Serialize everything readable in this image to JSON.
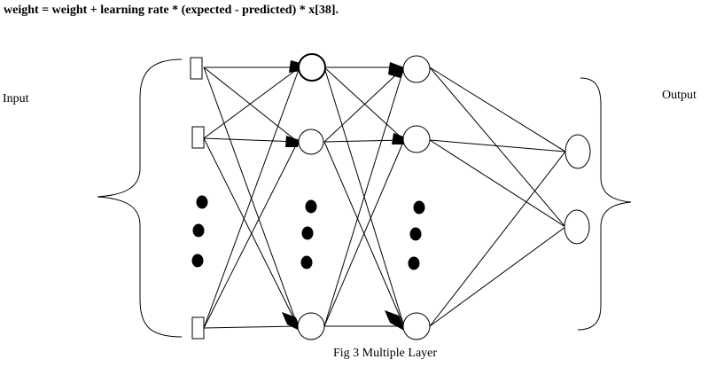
{
  "formula": "weight = weight + learning rate * (expected - predicted) * x[38].",
  "labels": {
    "input": "Input",
    "output": "Output",
    "caption": "Fig 3 Multiple Layer"
  },
  "colors": {
    "ink": "#000000",
    "background": "#ffffff"
  }
}
